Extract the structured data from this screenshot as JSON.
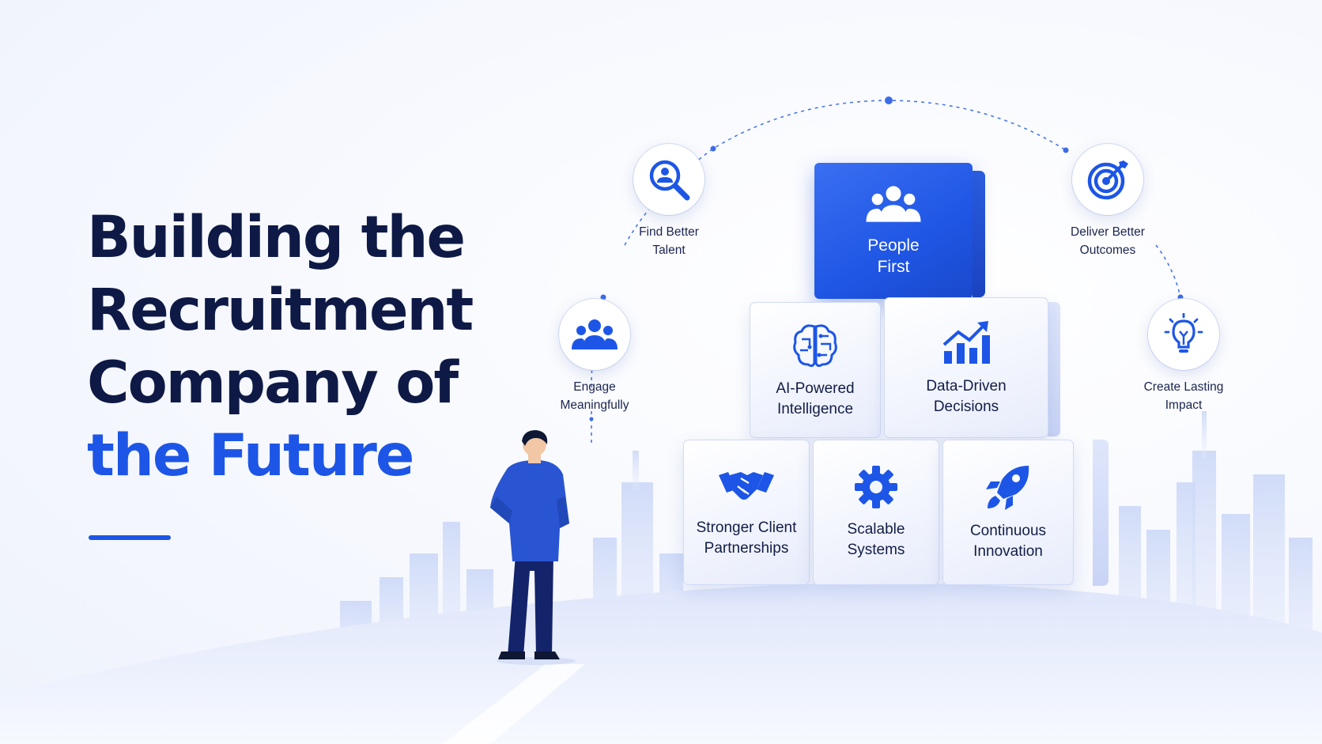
{
  "headline": {
    "line1": "Building the",
    "line2": "Recruitment",
    "line3": "Company of",
    "line4": "the Future"
  },
  "colors": {
    "navy": "#0e1a45",
    "accent": "#1d56e6",
    "icon_blue": "#1d56e6"
  },
  "features": [
    {
      "line1": "Engage",
      "line2": "Meaningfully",
      "icon": "people-group-icon"
    },
    {
      "line1": "Find Better",
      "line2": "Talent",
      "icon": "search-person-icon"
    },
    {
      "line1": "Deliver Better",
      "line2": "Outcomes",
      "icon": "target-icon"
    },
    {
      "line1": "Create Lasting",
      "line2": "Impact",
      "icon": "lightbulb-icon"
    }
  ],
  "blocks": {
    "top": {
      "line1": "People",
      "line2": "First",
      "icon": "people-group-icon"
    },
    "middle": [
      {
        "line1": "AI-Powered",
        "line2": "Intelligence",
        "icon": "brain-icon"
      },
      {
        "line1": "Data-Driven",
        "line2": "Decisions",
        "icon": "growth-chart-icon"
      }
    ],
    "bottom": [
      {
        "line1": "Stronger Client",
        "line2": "Partnerships",
        "icon": "handshake-icon"
      },
      {
        "line1": "Scalable",
        "line2": "Systems",
        "icon": "gear-icon"
      },
      {
        "line1": "Continuous",
        "line2": "Innovation",
        "icon": "rocket-icon"
      }
    ]
  }
}
